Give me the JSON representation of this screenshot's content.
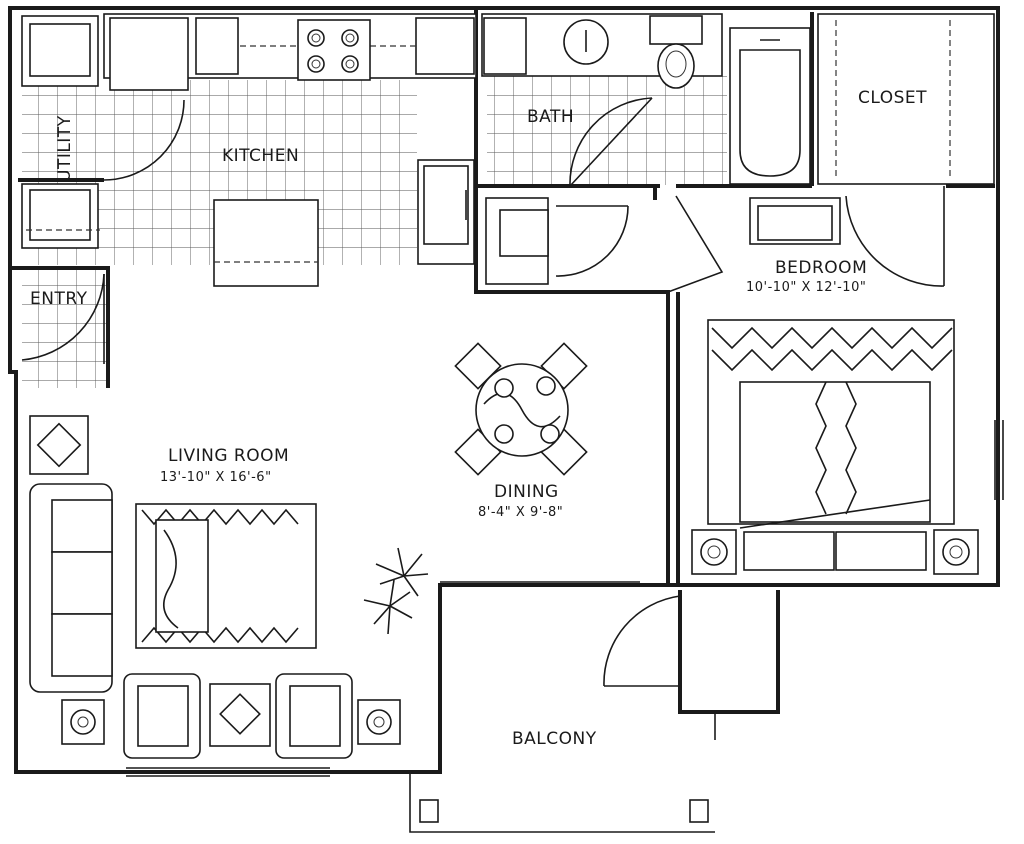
{
  "rooms": {
    "utility": "UTILITY",
    "kitchen": "KITCHEN",
    "bath": "BATH",
    "closet": "CLOSET",
    "entry": "ENTRY",
    "bedroom": "BEDROOM",
    "bedroom_dim": "10'-10\" X 12'-10\"",
    "living": "LIVING ROOM",
    "living_dim": "13'-10\" X 16'-6\"",
    "dining": "DINING",
    "dining_dim": "8'-4\" X 9'-8\"",
    "balcony": "BALCONY"
  }
}
